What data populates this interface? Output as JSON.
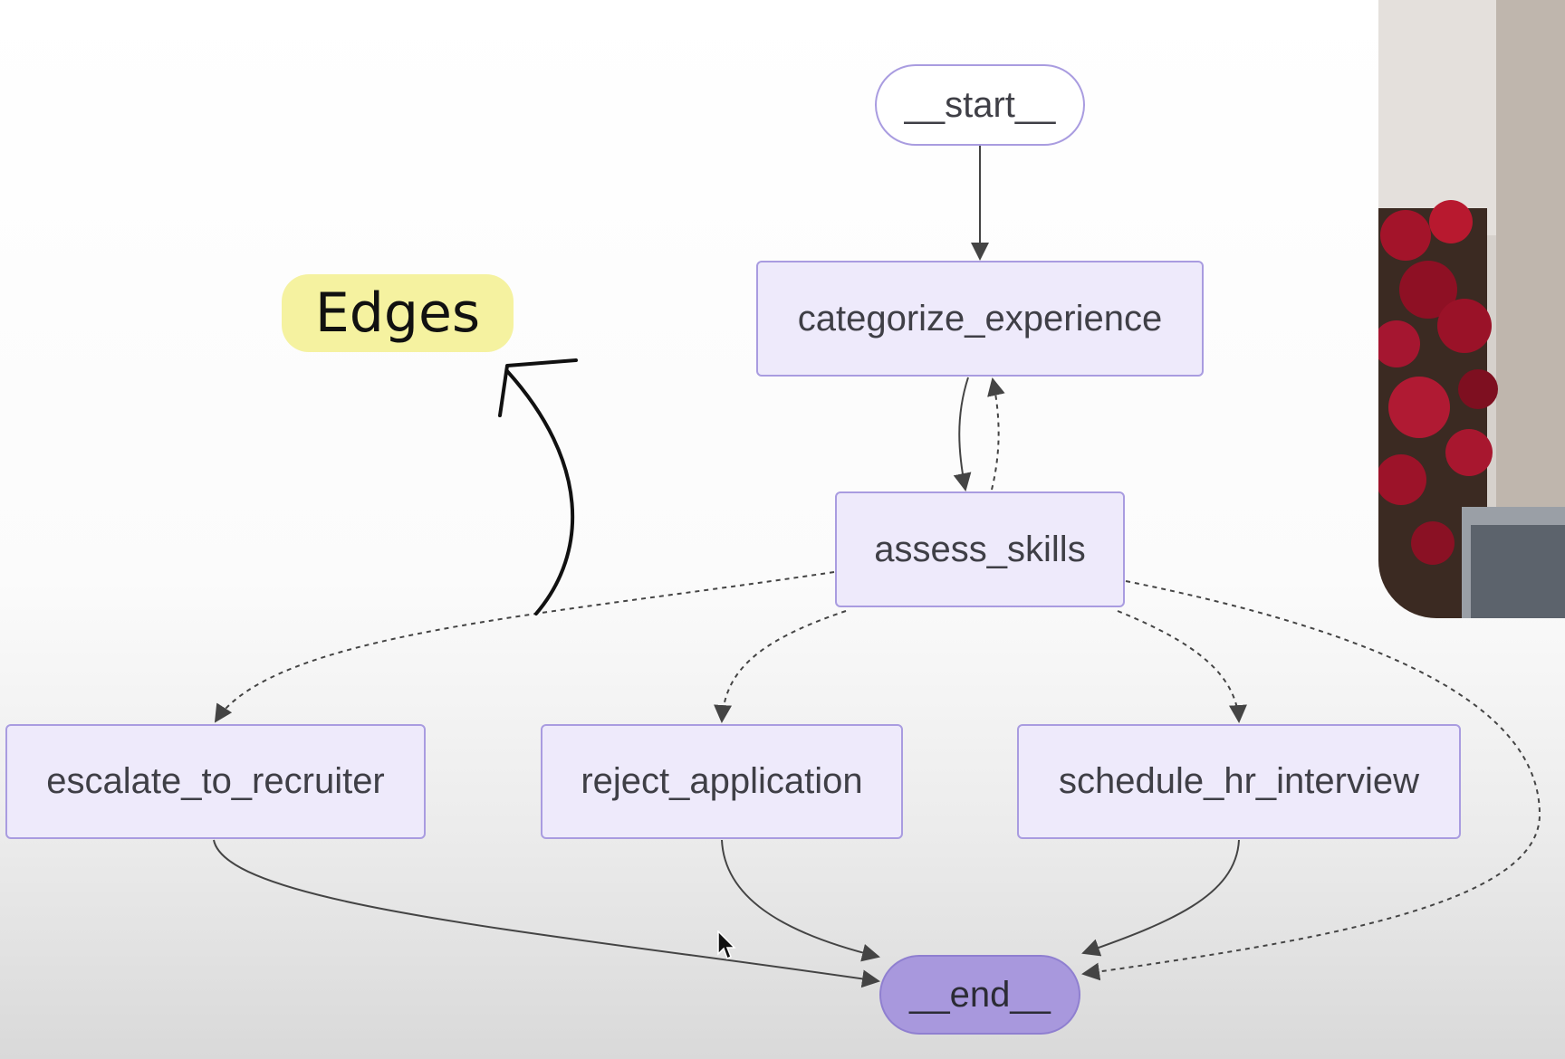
{
  "diagram": {
    "nodes": {
      "start": "__start__",
      "categorize": "categorize_experience",
      "assess": "assess_skills",
      "escalate": "escalate_to_recruiter",
      "reject": "reject_application",
      "schedule": "schedule_hr_interview",
      "end": "__end__"
    },
    "annotation": "Edges",
    "edges": [
      {
        "from": "__start__",
        "to": "categorize_experience",
        "style": "solid"
      },
      {
        "from": "categorize_experience",
        "to": "assess_skills",
        "style": "solid"
      },
      {
        "from": "assess_skills",
        "to": "categorize_experience",
        "style": "dotted"
      },
      {
        "from": "assess_skills",
        "to": "escalate_to_recruiter",
        "style": "dotted"
      },
      {
        "from": "assess_skills",
        "to": "reject_application",
        "style": "dotted"
      },
      {
        "from": "assess_skills",
        "to": "schedule_hr_interview",
        "style": "dotted"
      },
      {
        "from": "assess_skills",
        "to": "__end__",
        "style": "dotted"
      },
      {
        "from": "escalate_to_recruiter",
        "to": "__end__",
        "style": "solid"
      },
      {
        "from": "reject_application",
        "to": "__end__",
        "style": "solid"
      },
      {
        "from": "schedule_hr_interview",
        "to": "__end__",
        "style": "solid"
      }
    ]
  },
  "colors": {
    "node_fill": "#eeeafb",
    "node_border": "#a99ce0",
    "end_fill": "#a898dd",
    "edge": "#444444",
    "highlight": "#f5f2a0"
  }
}
